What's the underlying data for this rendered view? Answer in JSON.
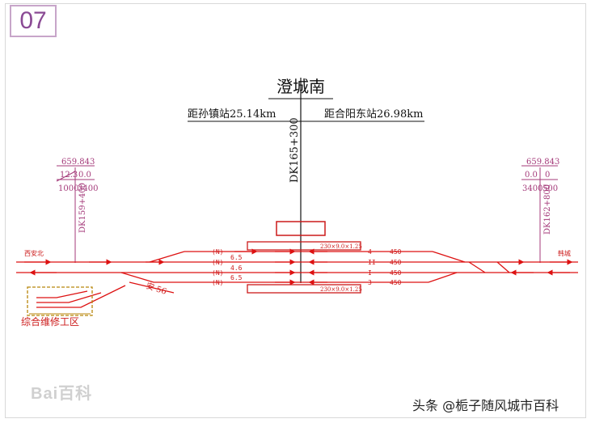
{
  "page_number": "07",
  "station": {
    "name": "澄城南",
    "dist_left": "距孙镇站25.14km",
    "dist_right": "距合阳东站26.98km",
    "center_mileage": "DK165+300"
  },
  "left_marker": {
    "elevation": "659.843",
    "grade_a": "12.3",
    "grade_b": "0.0",
    "len_a": "1000",
    "len_b": "3400",
    "mileage": "DK159+400"
  },
  "right_marker": {
    "elevation": "659.843",
    "grade_a": "0.0",
    "grade_b": "0",
    "len_a": "3400",
    "len_b": "500",
    "mileage": "DK162+800"
  },
  "directions": {
    "left": "西安北",
    "right": "韩城"
  },
  "tracks": [
    {
      "code": "(N)",
      "spacing": "6.5",
      "number": "4",
      "length": "450"
    },
    {
      "code": "(N)",
      "spacing": "4.6",
      "number": "II",
      "length": "450"
    },
    {
      "code": "(N)",
      "spacing": "6.5",
      "number": "I",
      "length": "450"
    },
    {
      "code": "(N)",
      "spacing": "",
      "number": "3",
      "length": "450"
    }
  ],
  "platforms": {
    "top": "230×9.0×1.25",
    "bottom": "230×9.0×1.25"
  },
  "branch_label": "安 56",
  "depot_label": "综合维修工区",
  "watermark": "Bai百科",
  "source": "头条 @栀子随风城市百科"
}
